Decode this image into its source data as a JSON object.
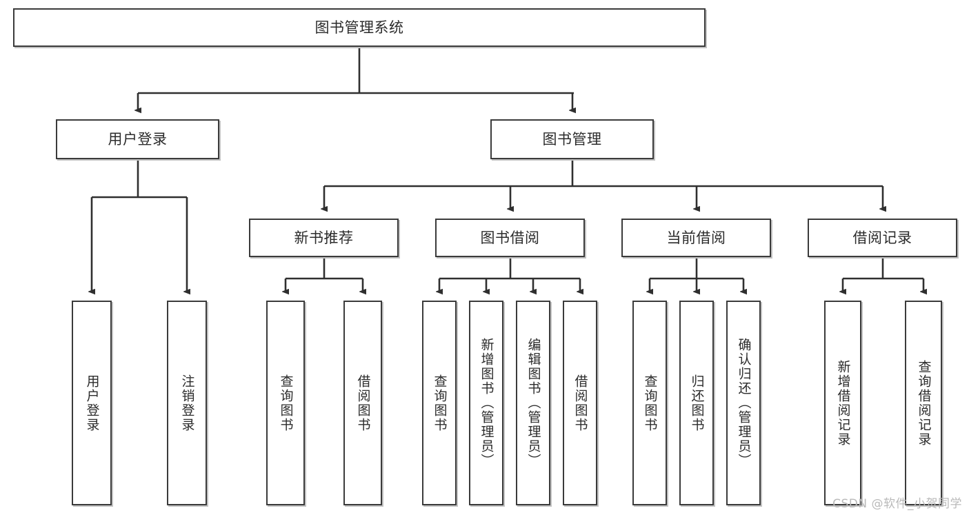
{
  "diagram": {
    "type": "tree-hierarchy",
    "title": "图书管理系统",
    "watermark": "CSDN @软件_小贺同学",
    "colors": {
      "stroke": "#3a3a3a",
      "fill": "#ffffff",
      "text": "#2b2b2b",
      "shadow": "#787878",
      "watermark": "#b9b9b9"
    },
    "root": {
      "label": "图书管理系统"
    },
    "level2": [
      {
        "label": "用户登录"
      },
      {
        "label": "图书管理"
      }
    ],
    "level3": [
      {
        "label": "新书推荐"
      },
      {
        "label": "图书借阅"
      },
      {
        "label": "当前借阅"
      },
      {
        "label": "借阅记录"
      }
    ],
    "leaves": {
      "user_login": [
        {
          "label": "用户登录"
        },
        {
          "label": "注销登录"
        }
      ],
      "new_book_recommend": [
        {
          "label": "查询图书"
        },
        {
          "label": "借阅图书"
        }
      ],
      "book_borrow": [
        {
          "label": "查询图书"
        },
        {
          "label": "新增图书（管理员）"
        },
        {
          "label": "编辑图书（管理员）"
        },
        {
          "label": "借阅图书"
        }
      ],
      "current_borrow": [
        {
          "label": "查询图书"
        },
        {
          "label": "归还图书"
        },
        {
          "label": "确认归还（管理员）"
        }
      ],
      "borrow_record": [
        {
          "label": "新增借阅记录"
        },
        {
          "label": "查询借阅记录"
        }
      ]
    }
  }
}
